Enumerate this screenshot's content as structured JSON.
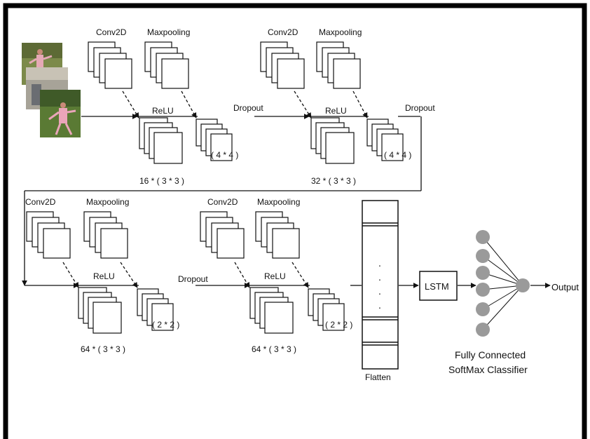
{
  "labels": {
    "conv2d": "Conv2D",
    "maxpooling": "Maxpooling",
    "relu": "ReLU",
    "dropout": "Dropout",
    "flatten": "Flatten",
    "lstm": "LSTM",
    "output": "Output",
    "classifier_line1": "Fully Connected",
    "classifier_line2": "SoftMax Classifier"
  },
  "stages": [
    {
      "conv_label": "16 * ( 3 * 3 )",
      "pool_label": "( 4 * 4 )"
    },
    {
      "conv_label": "32 * ( 3 * 3 )",
      "pool_label": "( 4 * 4 )"
    },
    {
      "conv_label": "64 * ( 3 * 3 )",
      "pool_label": "( 2 * 2 )"
    },
    {
      "conv_label": "64 * ( 3 * 3 )",
      "pool_label": "( 2 * 2 )"
    }
  ],
  "flatten_dots": [
    ".",
    ".",
    ".",
    "."
  ],
  "input_frames": [
    "tai-chi-frame",
    "tai-chi-frame",
    "tai-chi-frame"
  ],
  "colors": {
    "border": "#000000",
    "stroke": "#111111",
    "node": "#9a9a9a",
    "skin": "#e8a7b7",
    "grass": "#4f6b2a"
  }
}
